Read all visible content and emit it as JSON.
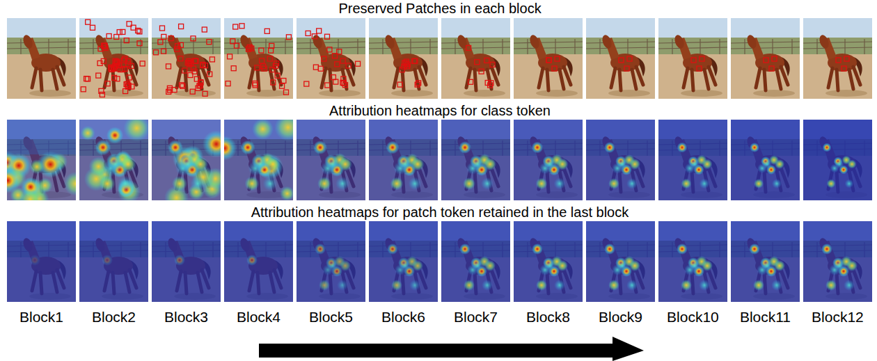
{
  "diagram": {
    "labels": [
      "Preserved Patches in each block",
      "Attribution heatmaps for class token",
      "Attribution heatmaps for patch token retained in the last block",
      "Block1",
      "Block2",
      "Block3",
      "Block4",
      "Block5",
      "Block6",
      "Block7",
      "Block8",
      "Block9",
      "Block10",
      "Block11",
      "Block12"
    ]
  }
}
